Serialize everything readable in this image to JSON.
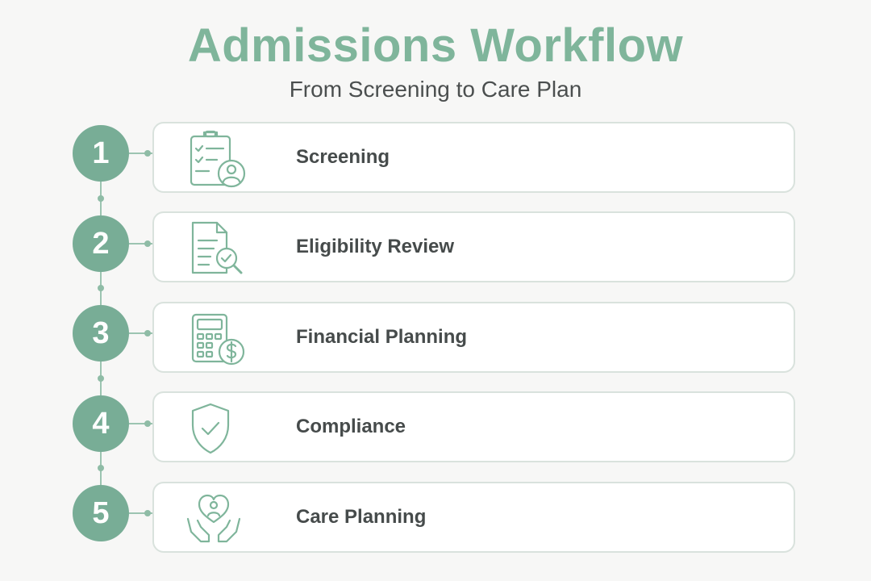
{
  "header": {
    "title": "Admissions Workflow",
    "subtitle": "From Screening to Care Plan"
  },
  "colors": {
    "accent": "#7fb59b",
    "circle": "#78ad96",
    "card_border": "#d9e2dd",
    "text": "#464b4b"
  },
  "steps": [
    {
      "number": "1",
      "label": "Screening",
      "icon": "clipboard-checklist-person-icon"
    },
    {
      "number": "2",
      "label": "Eligibility Review",
      "icon": "document-magnifier-check-icon"
    },
    {
      "number": "3",
      "label": "Financial Planning",
      "icon": "calculator-dollar-icon"
    },
    {
      "number": "4",
      "label": "Compliance",
      "icon": "shield-check-icon"
    },
    {
      "number": "5",
      "label": "Care Planning",
      "icon": "hands-heart-person-icon"
    }
  ]
}
